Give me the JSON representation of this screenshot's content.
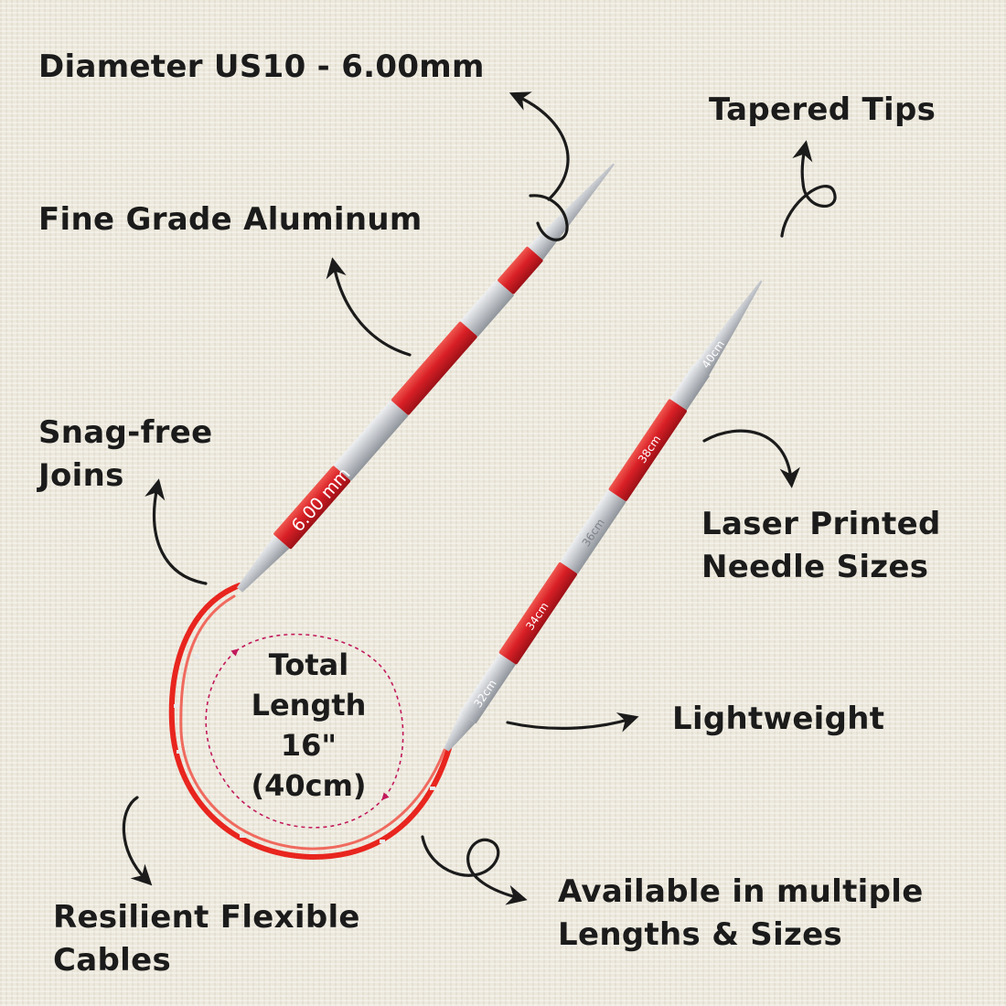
{
  "features": {
    "diameter": "Diameter US10 - 6.00mm",
    "tapered_tips": "Tapered Tips",
    "aluminum": "Fine Grade Aluminum",
    "snag_free_line1": "Snag-free",
    "snag_free_line2": "Joins",
    "laser_line1": "Laser Printed",
    "laser_line2": "Needle Sizes",
    "lightweight": "Lightweight",
    "available_line1": "Available in multiple",
    "available_line2": "Lengths & Sizes",
    "resilient_line1": "Resilient Flexible",
    "resilient_line2": "Cables"
  },
  "total_length": {
    "line1": "Total",
    "line2": "Length",
    "line3": "16\"",
    "line4": "(40cm)"
  },
  "needle_marks": {
    "left_size": "6.00 mm",
    "right_mark_1": "38cm",
    "right_mark_2": "36cm",
    "right_mark_3": "34cm",
    "right_mark_4": "32cm",
    "right_mark_5": "40cm"
  },
  "colors": {
    "needle_red": "#d81f26",
    "cable_red": "#e8251e",
    "silver": "#c9ccd1",
    "text": "#1b1b1b",
    "dashed_circle": "#c2185b"
  },
  "icons": [
    "arrow-icon"
  ]
}
